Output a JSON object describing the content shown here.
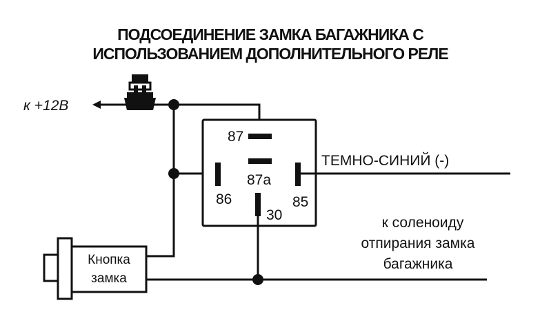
{
  "title": {
    "line1": "ПОДСОЕДИНЕНИЕ ЗАМКА БАГАЖНИКА С",
    "line2": "ИСПОЛЬЗОВАНИЕМ ДОПОЛНИТЕЛЬНОГО РЕЛЕ"
  },
  "power": {
    "label": "к +12В",
    "fuse_icon": "fuse-icon",
    "arrow_icon": "arrow-left-icon"
  },
  "relay": {
    "pins": {
      "p87": "87",
      "p87a": "87a",
      "p86": "86",
      "p85": "85",
      "p30": "30"
    }
  },
  "wires": {
    "dark_blue": "ТЕМНО-СИНИЙ (-)"
  },
  "solenoid": {
    "line1": "к соленоиду",
    "line2": "отпирания замка",
    "line3": "багажника"
  },
  "button": {
    "line1": "Кнопка",
    "line2": "замка"
  },
  "colors": {
    "ink": "#111111",
    "background": "#ffffff"
  }
}
